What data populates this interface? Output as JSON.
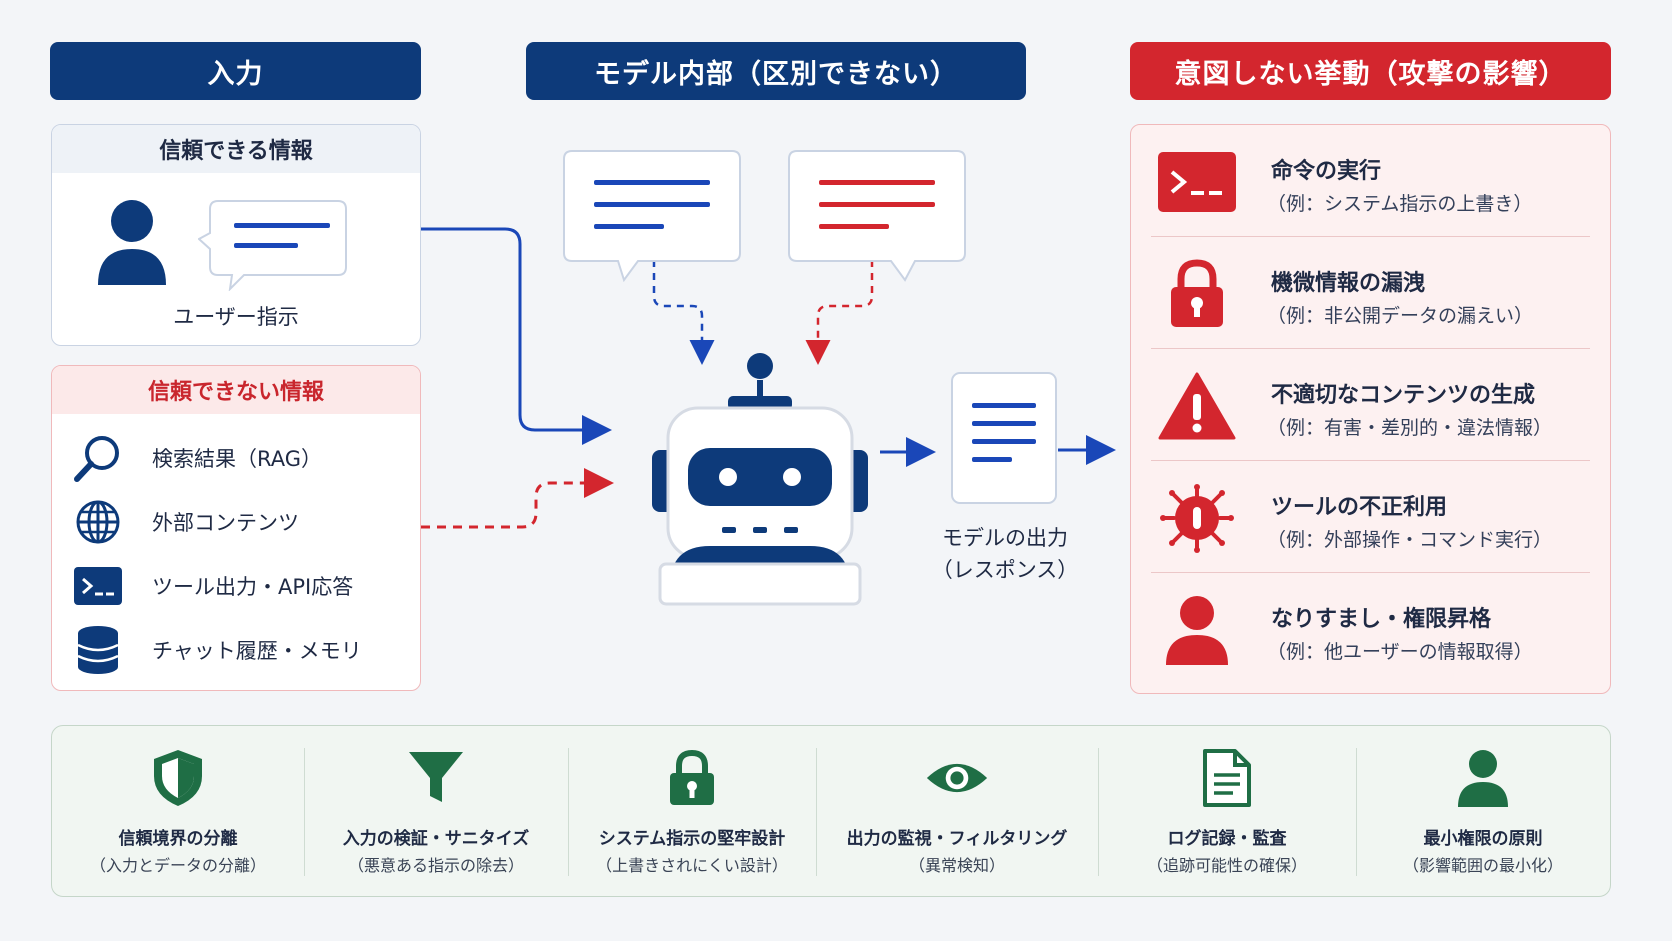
{
  "headers": {
    "input": "入力",
    "model": "モデル内部（区別できない）",
    "effects": "意図しない挙動（攻撃の影響）"
  },
  "trusted": {
    "title": "信頼できる情報",
    "user_label": "ユーザー指示"
  },
  "untrusted": {
    "title": "信頼できない情報",
    "items": [
      {
        "label": "検索結果（RAG）",
        "icon": "search-icon"
      },
      {
        "label": "外部コンテンツ",
        "icon": "globe-icon"
      },
      {
        "label": "ツール出力・API応答",
        "icon": "terminal-icon"
      },
      {
        "label": "チャット履歴・メモリ",
        "icon": "database-icon"
      }
    ]
  },
  "model": {
    "output_label_1": "モデルの出力",
    "output_label_2": "（レスポンス）"
  },
  "effects": [
    {
      "title": "命令の実行",
      "sub": "（例：システム指示の上書き）",
      "icon": "terminal-icon"
    },
    {
      "title": "機微情報の漏洩",
      "sub": "（例：非公開データの漏えい）",
      "icon": "lock-icon"
    },
    {
      "title": "不適切なコンテンツの生成",
      "sub": "（例：有害・差別的・違法情報）",
      "icon": "warning-icon"
    },
    {
      "title": "ツールの不正利用",
      "sub": "（例：外部操作・コマンド実行）",
      "icon": "bug-icon"
    },
    {
      "title": "なりすまし・権限昇格",
      "sub": "（例：他ユーザーの情報取得）",
      "icon": "user-icon"
    }
  ],
  "mitigations": [
    {
      "title": "信頼境界の分離",
      "sub": "（入力とデータの分離）",
      "icon": "shield-icon"
    },
    {
      "title": "入力の検証・サニタイズ",
      "sub": "（悪意ある指示の除去）",
      "icon": "filter-icon"
    },
    {
      "title": "システム指示の堅牢設計",
      "sub": "（上書きされにくい設計）",
      "icon": "lock-icon"
    },
    {
      "title": "出力の監視・フィルタリング",
      "sub": "（異常検知）",
      "icon": "eye-icon"
    },
    {
      "title": "ログ記録・監査",
      "sub": "（追跡可能性の確保）",
      "icon": "document-icon"
    },
    {
      "title": "最小権限の原則",
      "sub": "（影響範囲の最小化）",
      "icon": "user-icon"
    }
  ],
  "colors": {
    "navy": "#0d3a7a",
    "blue": "#1a47b8",
    "red": "#d3262e",
    "green": "#1f6e45"
  }
}
